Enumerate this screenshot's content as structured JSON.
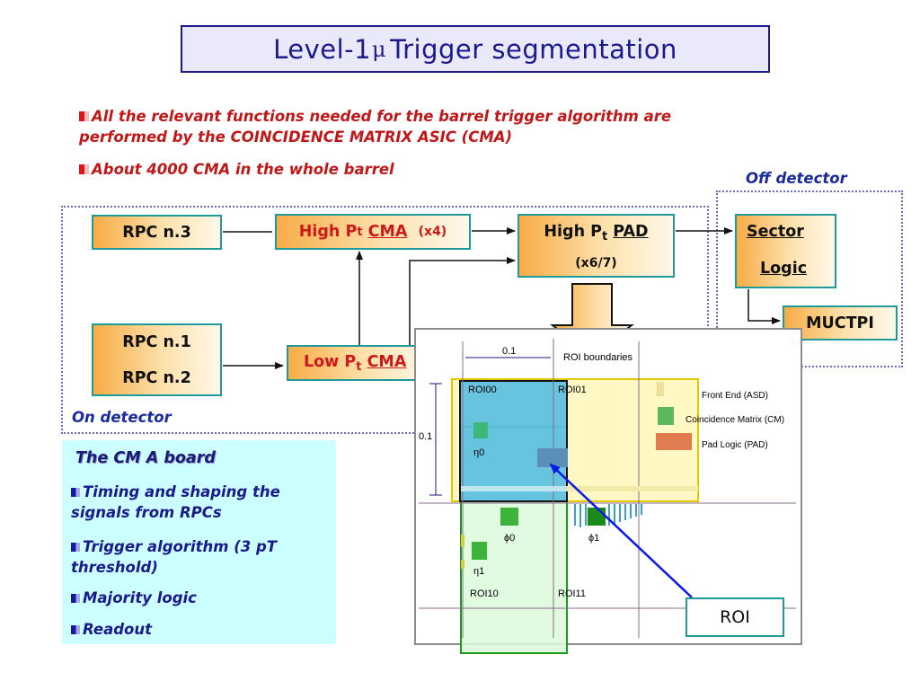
{
  "title": {
    "prefix": "Level-1",
    "symbol": "μ",
    "suffix": "Trigger segmentation"
  },
  "bullets": [
    "All the relevant functions needed for the barrel trigger algorithm are performed by the COINCIDENCE MATRIX ASIC (CMA)",
    "About 4000 CMA in the whole barrel"
  ],
  "regions": {
    "off_detector": "Off detector",
    "on_detector": "On detector"
  },
  "blocks": {
    "rpc3": "RPC n.3",
    "rpc1": "RPC n.1",
    "rpc2": "RPC n.2",
    "high_pt_cma": {
      "prefix": "High P",
      "sub": "t",
      "name": "CMA",
      "mult": "(x4)"
    },
    "low_pt_cma": {
      "prefix": "Low P",
      "sub": "t",
      "name": "CMA"
    },
    "high_pt_pad": {
      "prefix": "High P",
      "sub": "t",
      "name": "PAD",
      "mult": "(x6/7)"
    },
    "sector_logic": {
      "line1": "Sector",
      "line2": "Logic"
    },
    "muctpi": "MUCTPI"
  },
  "cm_board": {
    "title": "The CM A board",
    "items": [
      "Timing and shaping the signals from RPCs",
      "Trigger algorithm (3 pT threshold)",
      "Majority logic",
      "Readout"
    ]
  },
  "roi_figure": {
    "dim_top": "0.1",
    "dim_left": "0.1",
    "boundaries_label": "ROI boundaries",
    "roi_labels": [
      "ROI00",
      "ROI01",
      "ROI10",
      "ROI11"
    ],
    "eta_labels": [
      "η0",
      "η1"
    ],
    "phi_labels": [
      "ϕ0",
      "ϕ1"
    ],
    "legend": [
      "Front End (ASD)",
      "Coincidence Matrix (CM)",
      "Pad Logic (PAD)"
    ],
    "callout": "ROI"
  },
  "colors": {
    "title_text": "#1a1a8c",
    "bullet_text": "#c01818",
    "block_border": "#1e9a9a",
    "cm_panel_bg": "#ccffff",
    "roi_highlight": "#5bbfe0",
    "yellow_region": "#fff7c4",
    "green_region": "#dcfadc",
    "arrow_blue": "#0a1ae6"
  }
}
